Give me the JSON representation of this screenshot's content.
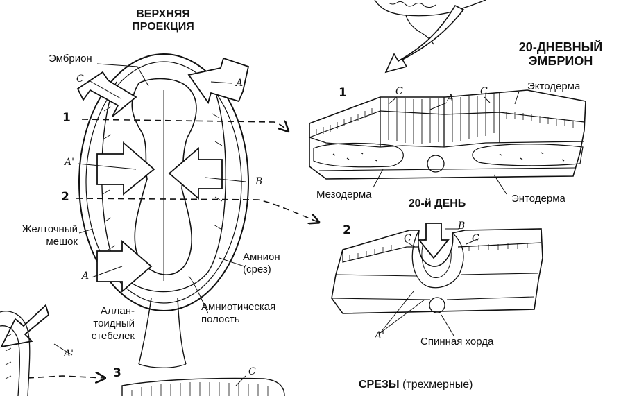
{
  "headers": {
    "top_view": "ВЕРХНЯЯ\nПРОЕКЦИЯ",
    "embryo_20": "20-ДНЕВНЫЙ\nЭМБРИОН",
    "day_20": "20-й ДЕНЬ",
    "sections_bold": "СРЕЗЫ",
    "sections_note": "(трехмерные)"
  },
  "labels": {
    "embryo": "Эмбрион",
    "yolk_sac": "Желточный\nмешок",
    "amnion_cut": "Амнион\n(срез)",
    "amniotic_cavity": "Амниотическая\nполость",
    "allantoic_stalk": "Аллан-\nтоидный\nстебелек",
    "ectoderm": "Эктодерма",
    "mesoderm": "Мезодерма",
    "endoderm": "Энтодерма",
    "notochord": "Спинная хорда"
  },
  "markers": {
    "C": "C",
    "A": "A",
    "A_prime": "A'",
    "B": "B",
    "n1": "1",
    "n2": "2",
    "n3": "3"
  },
  "colors": {
    "ink": "#111111",
    "paper": "#ffffff",
    "arrow_fill": "#ffffff"
  }
}
